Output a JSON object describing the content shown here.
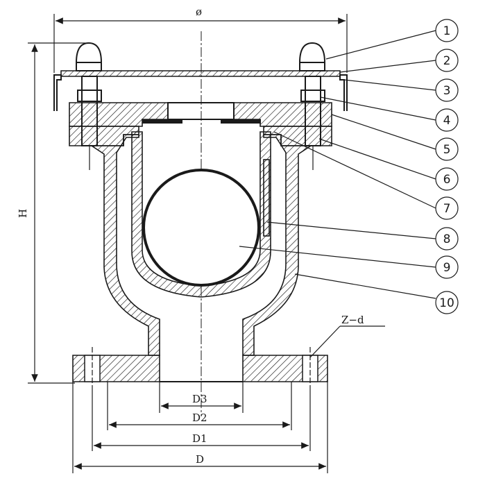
{
  "dimensions": {
    "flange_diameter": "ø",
    "height": "H",
    "d3": "D3",
    "d2": "D2",
    "d1": "D1",
    "d": "D",
    "bolt_holes": "Z−d"
  },
  "callouts": [
    "1",
    "2",
    "3",
    "4",
    "5",
    "6",
    "7",
    "8",
    "9",
    "10"
  ]
}
